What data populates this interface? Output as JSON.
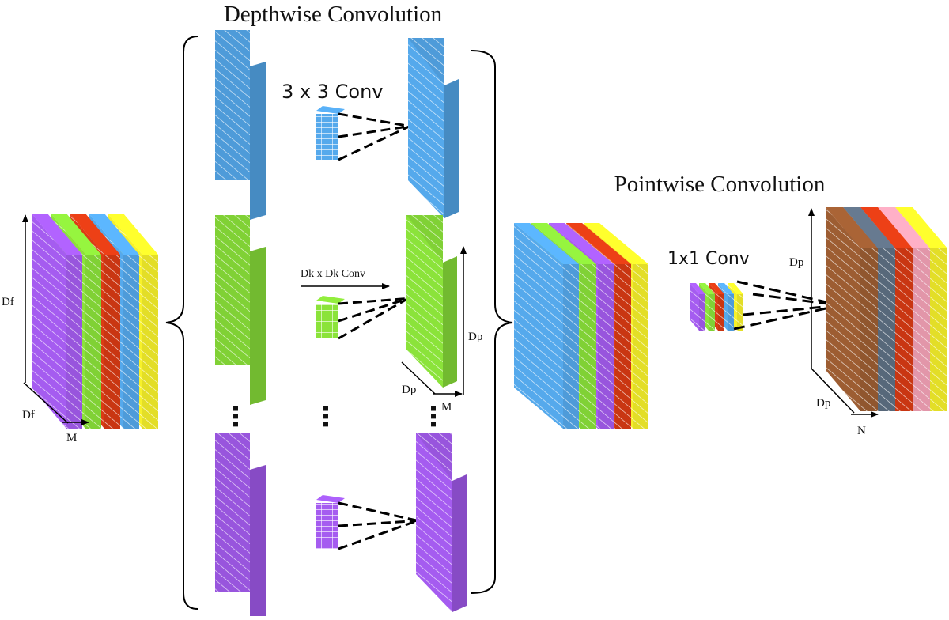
{
  "titles": {
    "depthwise": "Depthwise Convolution",
    "pointwise": "Pointwise Convolution"
  },
  "labels": {
    "conv3x3": "3 x 3 Conv",
    "dkconv": "Dk x Dk Conv",
    "conv1x1": "1x1 Conv",
    "df_height": "Df",
    "df_depth": "Df",
    "m_input": "M",
    "dp_height_mid": "Dp",
    "dp_depth_mid": "Dp",
    "m_mid": "M",
    "dp_height_out": "Dp",
    "dp_depth_out": "Dp",
    "n_out": "N"
  },
  "colors": {
    "purple": "#A55CF0",
    "green": "#8BE33A",
    "red": "#DB3B14",
    "blue": "#55A9EC",
    "yellow": "#F7F12A",
    "brown": "#9D5D32",
    "slate": "#5F7185",
    "pink": "#F6A3B8"
  },
  "stacks": {
    "input": [
      "purple",
      "green",
      "red",
      "blue",
      "yellow"
    ],
    "middle": [
      "blue",
      "green",
      "purple",
      "red",
      "yellow"
    ],
    "kernel1x1": [
      "purple",
      "green",
      "red",
      "blue",
      "yellow"
    ],
    "output": [
      "brown",
      "slate",
      "red",
      "pink",
      "yellow"
    ]
  },
  "ellipsis": "⋮"
}
